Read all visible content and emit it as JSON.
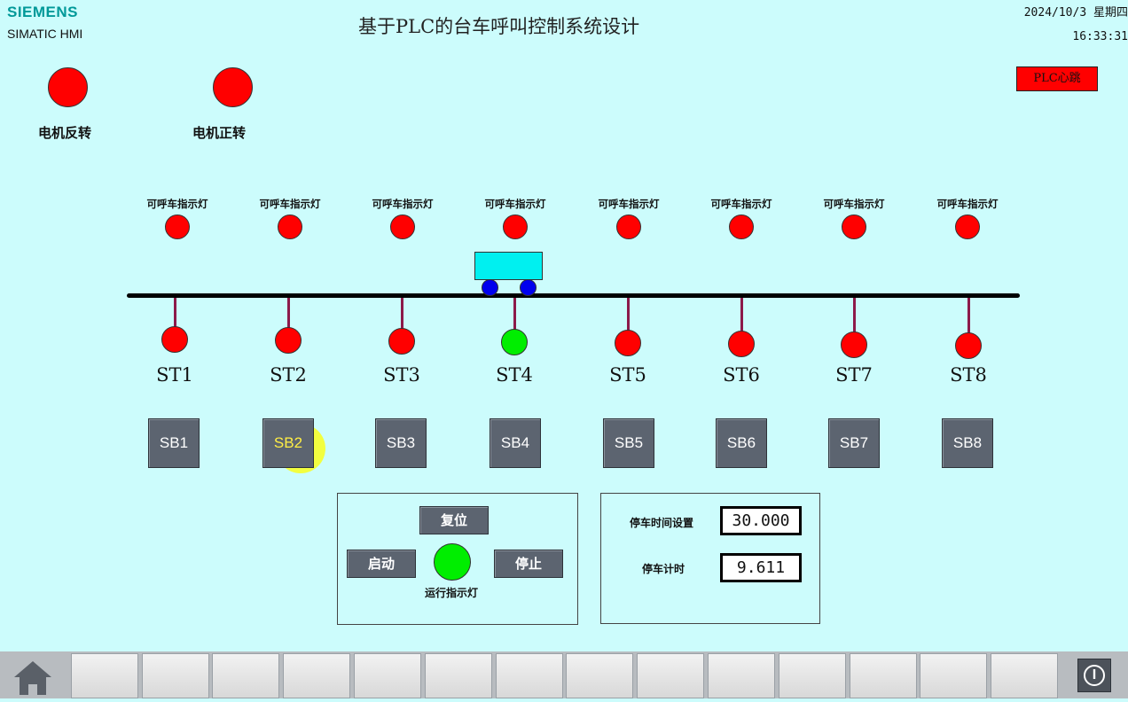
{
  "header": {
    "brand": "SIEMENS",
    "product": "SIMATIC HMI",
    "title": "基于PLC的台车呼叫控制系统设计",
    "date": "2024/10/3 星期四",
    "time": "16:33:31",
    "plc_heartbeat_label": "PLC心跳"
  },
  "motor": {
    "reverse_label": "电机反转",
    "forward_label": "电机正转"
  },
  "stations": [
    {
      "call_label": "可呼车指示灯",
      "name": "ST1",
      "button": "SB1",
      "active": false
    },
    {
      "call_label": "可呼车指示灯",
      "name": "ST2",
      "button": "SB2",
      "active": false
    },
    {
      "call_label": "可呼车指示灯",
      "name": "ST3",
      "button": "SB3",
      "active": false
    },
    {
      "call_label": "可呼车指示灯",
      "name": "ST4",
      "button": "SB4",
      "active": true
    },
    {
      "call_label": "可呼车指示灯",
      "name": "ST5",
      "button": "SB5",
      "active": false
    },
    {
      "call_label": "可呼车指示灯",
      "name": "ST6",
      "button": "SB6",
      "active": false
    },
    {
      "call_label": "可呼车指示灯",
      "name": "ST7",
      "button": "SB7",
      "active": false
    },
    {
      "call_label": "可呼车指示灯",
      "name": "ST8",
      "button": "SB8",
      "active": false
    }
  ],
  "control": {
    "reset_label": "复位",
    "start_label": "启动",
    "stop_label": "停止",
    "run_lamp_label": "运行指示灯"
  },
  "timer": {
    "setting_label": "停车时间设置",
    "setting_value": "30.000",
    "count_label": "停车计时",
    "count_value": "9.611"
  },
  "colors": {
    "background": "#ccfcfc",
    "lamp_off": "#ff0000",
    "lamp_on": "#00ee00",
    "cart": "#00f0f0",
    "wheel": "#0000ee"
  },
  "icons": {
    "home": "home-icon",
    "power": "power-icon"
  }
}
